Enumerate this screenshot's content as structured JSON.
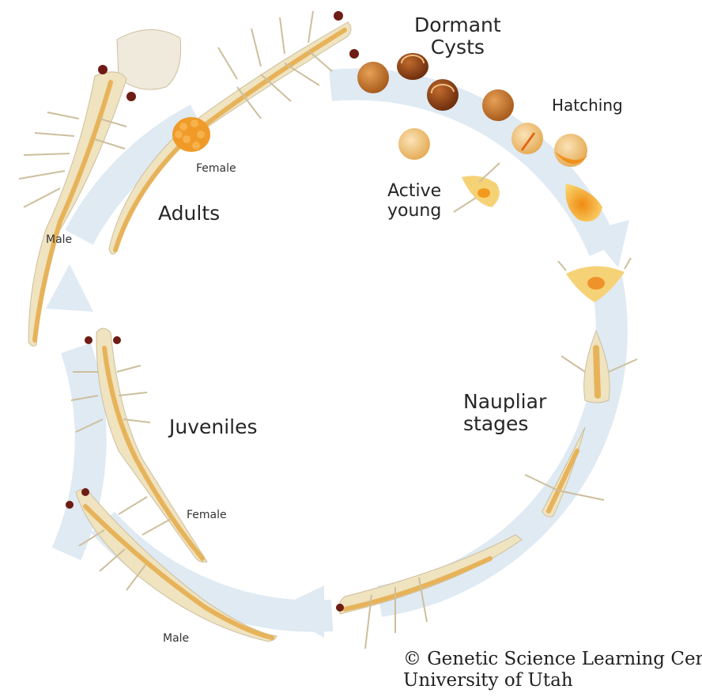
{
  "diagram": {
    "stages": {
      "dormant_cysts": "Dormant\nCysts",
      "hatching": "Hatching",
      "active_young": "Active\nyoung",
      "naupliar": "Naupliar\nstages",
      "juveniles": "Juveniles",
      "adults": "Adults"
    },
    "sex_labels": {
      "adult_female": "Female",
      "adult_male": "Male",
      "juvenile_female": "Female",
      "juvenile_male": "Male"
    },
    "credit": {
      "line1": "© Genetic Science Learning Center",
      "line2": "University of Utah"
    },
    "colors": {
      "arrow": "#dde9f3",
      "body": "#ece4c9",
      "gut": "#e7b35a",
      "eye": "#6e1c14",
      "cyst_dark": "#7a3a14",
      "cyst_light": "#f2c37c"
    }
  }
}
